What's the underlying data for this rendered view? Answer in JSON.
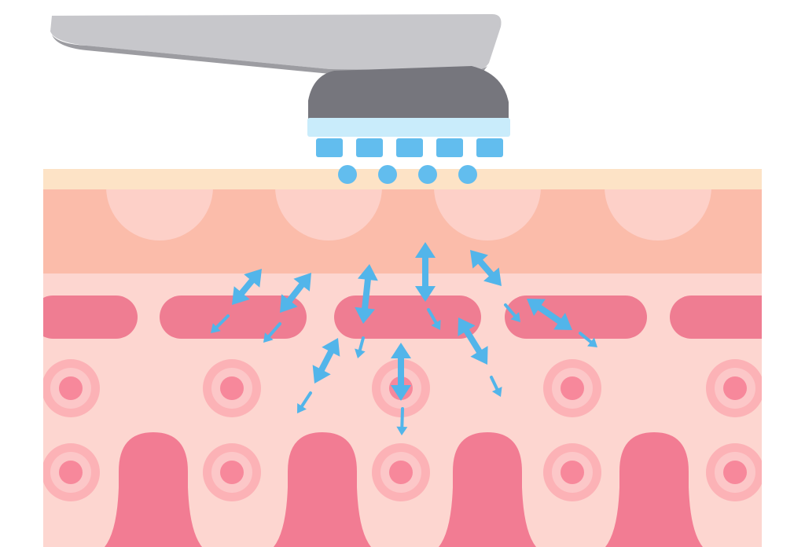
{
  "illustration": {
    "subject": "ultrasonic-skin-treatment-device",
    "colors": {
      "background": "#ffffff",
      "handle": "#c7c7cb",
      "handle_shade": "#9c9ca1",
      "head": "#76767d",
      "head_band": "#c9ecfb",
      "tips": "#62bdee",
      "waves": "#62bdee",
      "epidermis_top": "#fde3c6",
      "epidermis": "#fbbcaa",
      "epidermis_domes": "#fdd0c8",
      "dermis": "#fdd6d0",
      "vessels": "#ef7d92",
      "cell_outer": "#fcb2b6",
      "cell_ring": "#fcc7c8",
      "cell_core": "#f7889b",
      "papillae": "#f27c93",
      "arrows": "#52b5ea"
    },
    "device_tip_count": 5,
    "wave_dot_count": 4
  }
}
